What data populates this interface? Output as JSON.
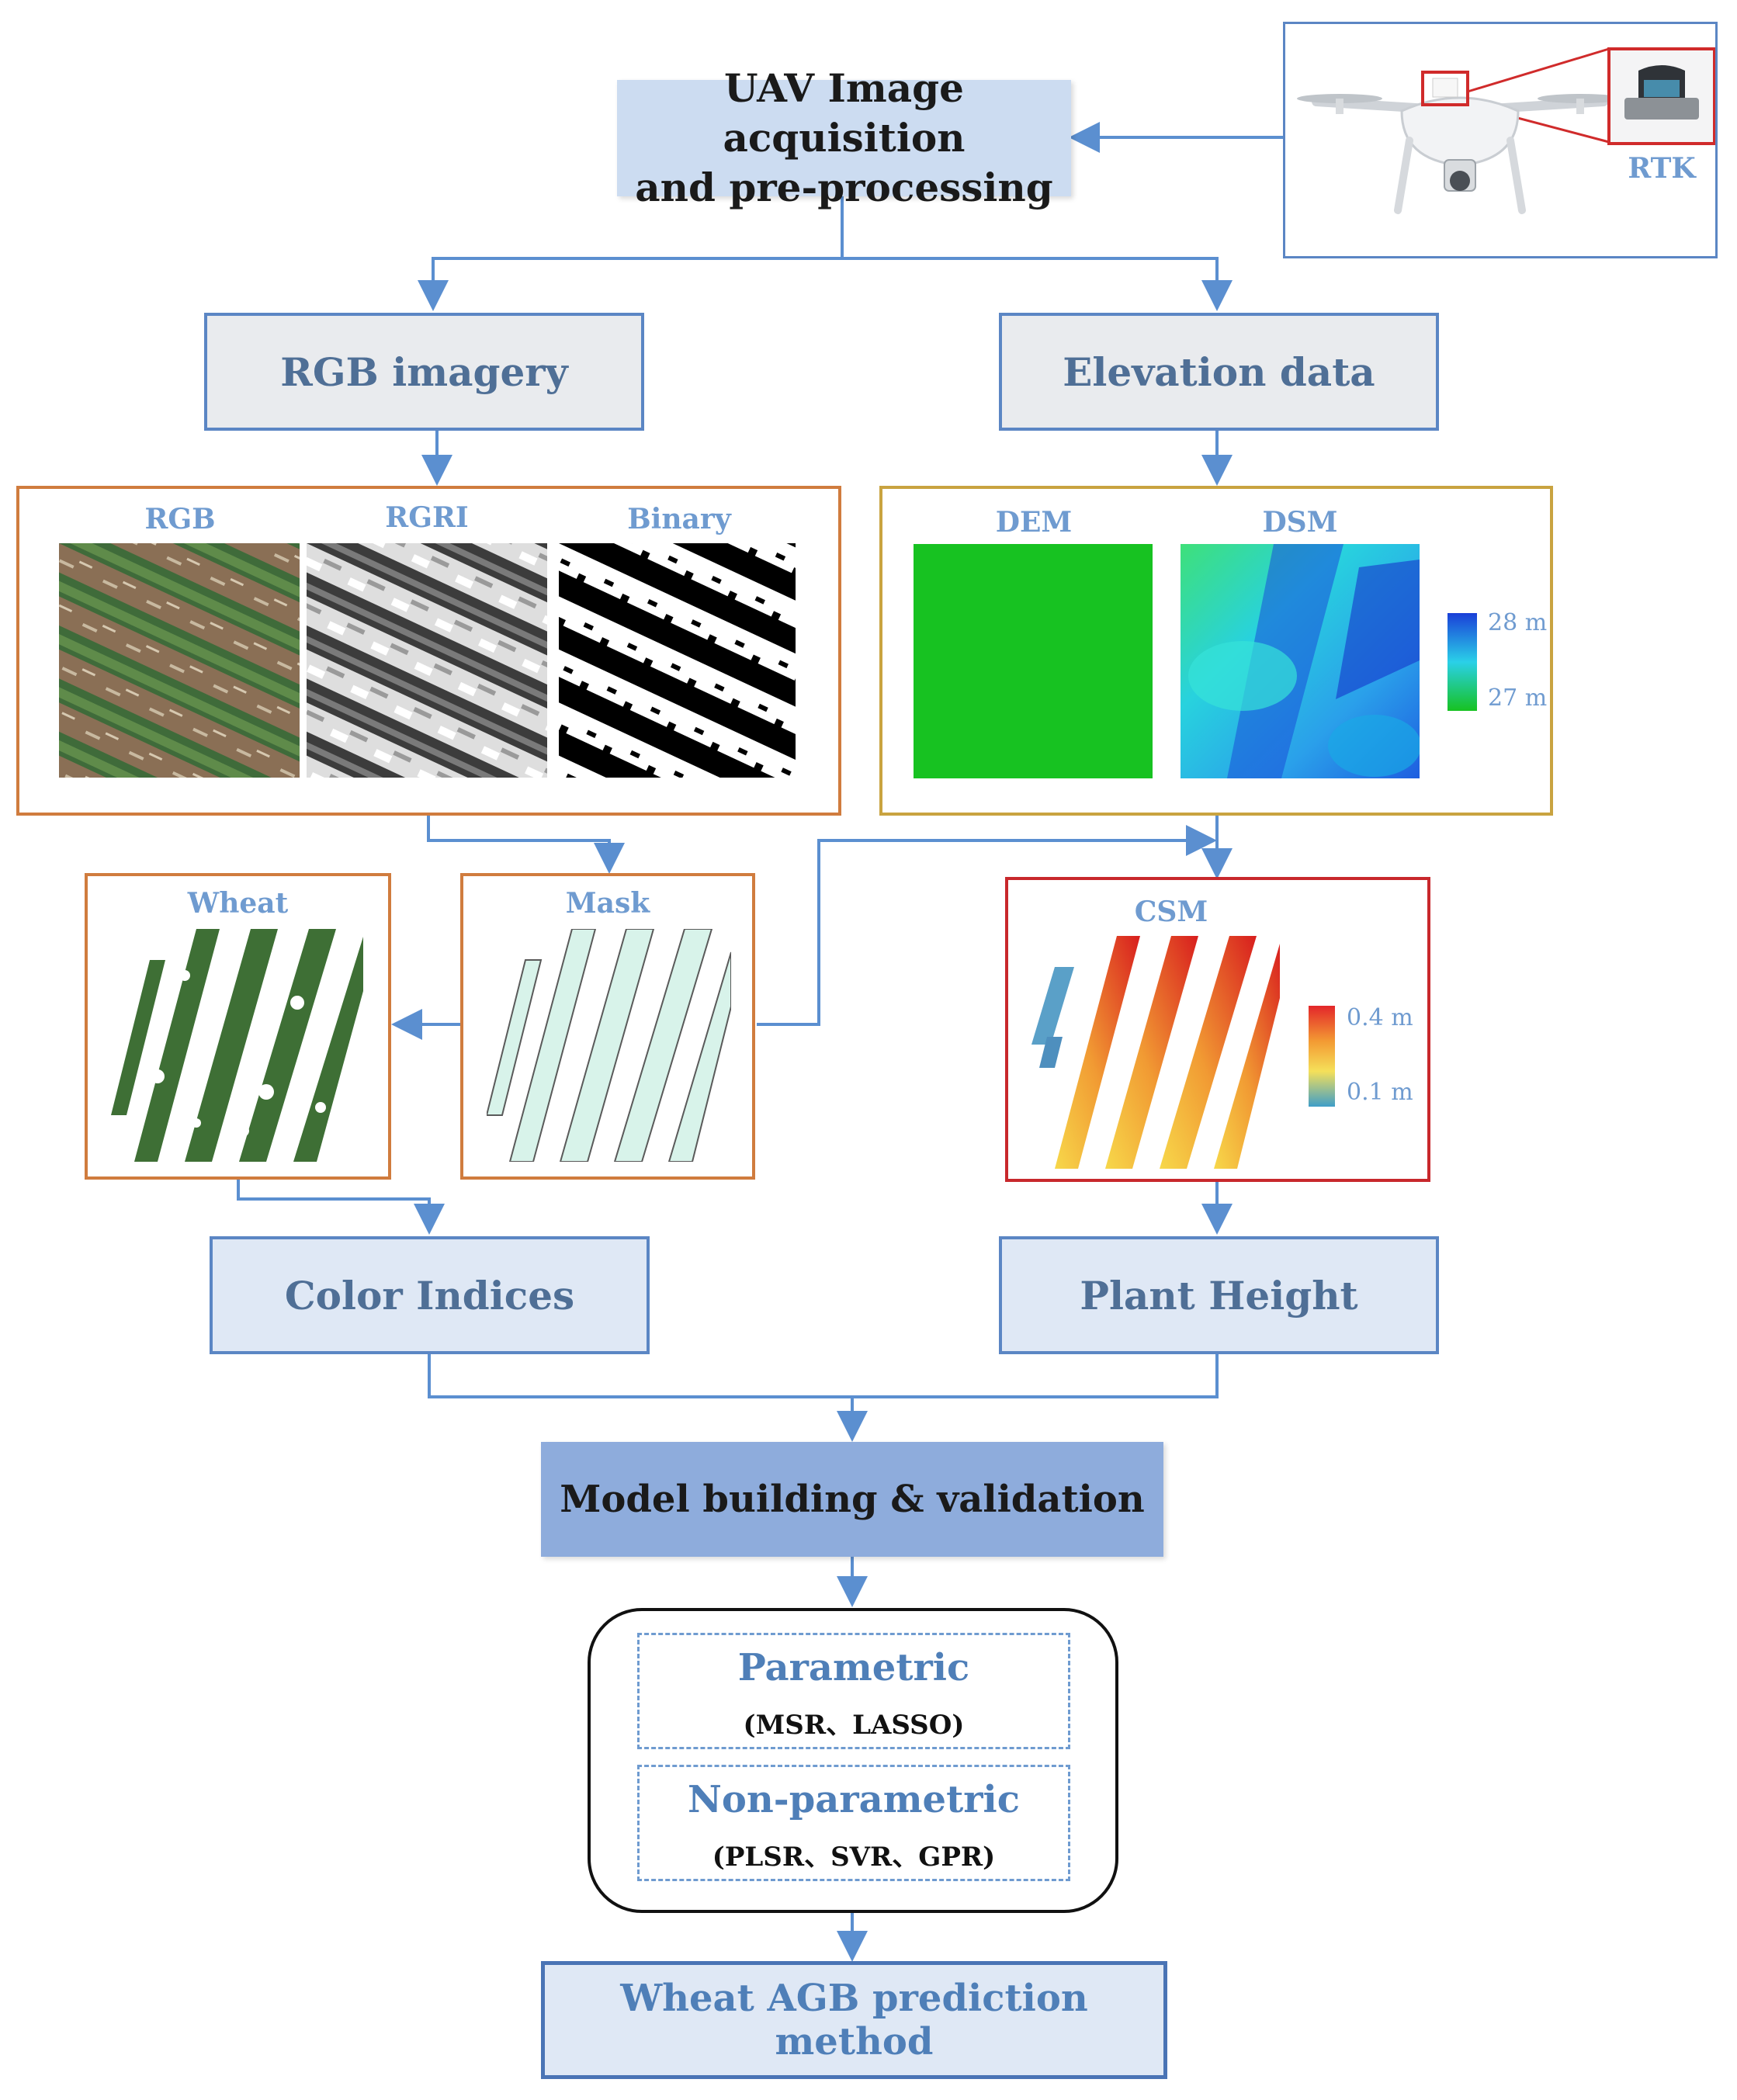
{
  "nodes": {
    "uav": "UAV Image acquisition\nand pre-processing",
    "rtk": "RTK",
    "rgb_imagery": "RGB imagery",
    "elevation": "Elevation data",
    "color_indices": "Color Indices",
    "plant_height": "Plant Height",
    "model": "Model building & validation",
    "parametric": "Parametric",
    "parametric_methods": "(MSR、LASSO)",
    "nonparametric": "Non-parametric",
    "nonparametric_methods": "(PLSR、SVR、GPR)",
    "result": "Wheat AGB prediction method"
  },
  "panels": {
    "rgb": "RGB",
    "rgri": "RGRI",
    "binary": "Binary",
    "dem": "DEM",
    "dsm": "DSM",
    "wheat": "Wheat",
    "mask": "Mask",
    "csm": "CSM"
  },
  "legends": {
    "dsm_high": "28 m",
    "dsm_low": "27 m",
    "csm_high": "0.4 m",
    "csm_low": "0.1 m"
  },
  "colors": {
    "arrow": "#5b8fd0",
    "orange_border": "#d07c3e",
    "gold_border": "#c9a340",
    "red_border": "#c8282c",
    "dem_green": "#17c221",
    "wheat_green": "#3e6f35"
  }
}
